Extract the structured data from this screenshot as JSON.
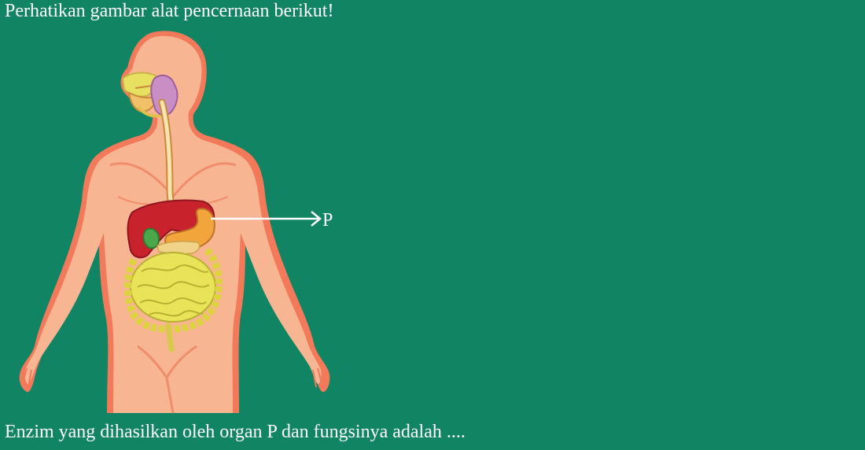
{
  "question": {
    "title": "Perhatikan gambar alat pencernaan berikut!",
    "prompt": "Enzim yang dihasilkan oleh organ P dan fungsinya adalah ...."
  },
  "figure": {
    "label_p": "P"
  },
  "colors": {
    "background": "#118463",
    "skin": "#f7b592",
    "skin_edge": "#f27a5a",
    "liver": "#c8222d",
    "stomach": "#f2a53a",
    "pancreas": "#f0d389",
    "gallbladder": "#4aa84a",
    "intestine": "#e9e35a",
    "salivary_gland": "#c98fc4",
    "arrow": "#ffffff"
  }
}
